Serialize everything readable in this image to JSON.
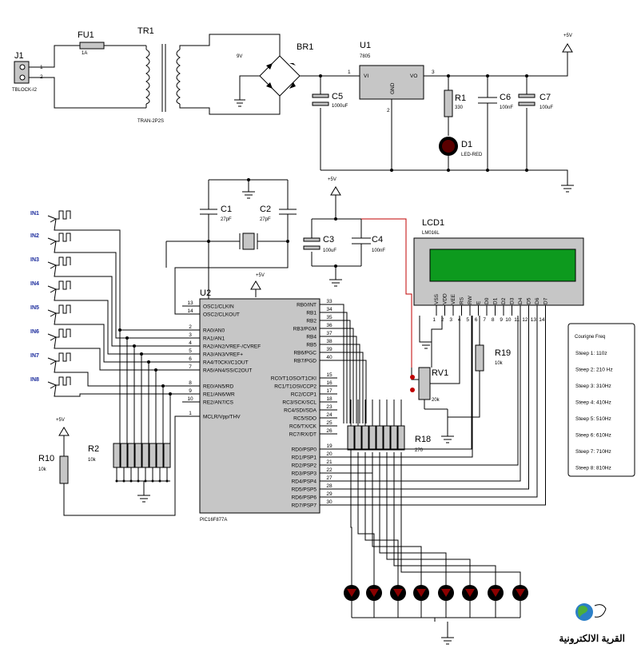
{
  "labels": {
    "vcc": "+5V"
  },
  "components": {
    "j1": {
      "ref": "J1",
      "value": "TBLOCK-I2",
      "pins": [
        "1",
        "2"
      ]
    },
    "fu1": {
      "ref": "FU1",
      "value": "1A"
    },
    "tr1": {
      "ref": "TR1",
      "value": "TRAN-2P2S",
      "secondary": "9V"
    },
    "br1": {
      "ref": "BR1"
    },
    "u1": {
      "ref": "U1",
      "value": "7805",
      "vi": "VI",
      "vo": "VO",
      "gnd": "GND",
      "pins": [
        "1",
        "2",
        "3"
      ]
    },
    "c5": {
      "ref": "C5",
      "value": "1000uF"
    },
    "r1": {
      "ref": "R1",
      "value": "330"
    },
    "d1": {
      "ref": "D1",
      "value": "LED-RED"
    },
    "c6": {
      "ref": "C6",
      "value": "100nF"
    },
    "c7": {
      "ref": "C7",
      "value": "100uF"
    },
    "c1": {
      "ref": "C1",
      "value": "27pF"
    },
    "c2": {
      "ref": "C2",
      "value": "27pF"
    },
    "c3": {
      "ref": "C3",
      "value": "100uF"
    },
    "c4": {
      "ref": "C4",
      "value": "100nF"
    },
    "r2": {
      "ref": "R2",
      "value": "10k"
    },
    "r10": {
      "ref": "R10",
      "value": "10k"
    },
    "u2": {
      "ref": "U2",
      "value": "PIC16F877A",
      "left_pins": [
        {
          "n": "13",
          "name": "OSC1/CLKIN"
        },
        {
          "n": "14",
          "name": "OSC2/CLKOUT"
        },
        {
          "n": "2",
          "name": "RA0/AN0"
        },
        {
          "n": "3",
          "name": "RA1/AN1"
        },
        {
          "n": "4",
          "name": "RA2/AN2/VREF-/CVREF"
        },
        {
          "n": "5",
          "name": "RA3/AN3/VREF+"
        },
        {
          "n": "6",
          "name": "RA4/T0CKI/C1OUT"
        },
        {
          "n": "7",
          "name": "RA5/AN4/SS/C2OUT"
        },
        {
          "n": "8",
          "name": "RE0/AN5/RD"
        },
        {
          "n": "9",
          "name": "RE1/AN6/WR"
        },
        {
          "n": "10",
          "name": "RE2/AN7/CS"
        },
        {
          "n": "1",
          "name": "MCLR/Vpp/THV"
        }
      ],
      "right_pins": [
        {
          "n": "33",
          "name": "RB0/INT"
        },
        {
          "n": "34",
          "name": "RB1"
        },
        {
          "n": "35",
          "name": "RB2"
        },
        {
          "n": "36",
          "name": "RB3/PGM"
        },
        {
          "n": "37",
          "name": "RB4"
        },
        {
          "n": "38",
          "name": "RB5"
        },
        {
          "n": "39",
          "name": "RB6/PGC"
        },
        {
          "n": "40",
          "name": "RB7/PGD"
        },
        {
          "n": "15",
          "name": "RC0/T1OSO/T1CKI"
        },
        {
          "n": "16",
          "name": "RC1/T1OSI/CCP2"
        },
        {
          "n": "17",
          "name": "RC2/CCP1"
        },
        {
          "n": "18",
          "name": "RC3/SCK/SCL"
        },
        {
          "n": "23",
          "name": "RC4/SDI/SDA"
        },
        {
          "n": "24",
          "name": "RC5/SDO"
        },
        {
          "n": "25",
          "name": "RC6/TX/CK"
        },
        {
          "n": "26",
          "name": "RC7/RX/DT"
        },
        {
          "n": "19",
          "name": "RD0/PSP0"
        },
        {
          "n": "20",
          "name": "RD1/PSP1"
        },
        {
          "n": "21",
          "name": "RD2/PSP2"
        },
        {
          "n": "22",
          "name": "RD3/PSP3"
        },
        {
          "n": "27",
          "name": "RD4/PSP4"
        },
        {
          "n": "28",
          "name": "RD5/PSP5"
        },
        {
          "n": "29",
          "name": "RD6/PSP6"
        },
        {
          "n": "30",
          "name": "RD7/PSP7"
        }
      ]
    },
    "r18": {
      "ref": "R18",
      "value": "270"
    },
    "lcd1": {
      "ref": "LCD1",
      "value": "LM016L",
      "pins": [
        {
          "name": "VSS",
          "n": "1"
        },
        {
          "name": "VDD",
          "n": "2"
        },
        {
          "name": "VEE",
          "n": "3"
        },
        {
          "name": "RS",
          "n": "4"
        },
        {
          "name": "RW",
          "n": "5"
        },
        {
          "name": "E",
          "n": "6"
        },
        {
          "name": "D0",
          "n": "7"
        },
        {
          "name": "D1",
          "n": "8"
        },
        {
          "name": "D2",
          "n": "9"
        },
        {
          "name": "D3",
          "n": "10"
        },
        {
          "name": "D4",
          "n": "11"
        },
        {
          "name": "D5",
          "n": "12"
        },
        {
          "name": "D6",
          "n": "13"
        },
        {
          "name": "D7",
          "n": "14"
        }
      ]
    },
    "rv1": {
      "ref": "RV1",
      "value": "20k"
    },
    "r19": {
      "ref": "R19",
      "value": "10k"
    }
  },
  "inputs": [
    "IN1",
    "IN2",
    "IN3",
    "IN4",
    "IN5",
    "IN6",
    "IN7",
    "IN8"
  ],
  "legend": {
    "title": "Courigne Freq",
    "rows": [
      "Steep 1: 110z",
      "Steep 2: 210 Hz",
      "Steep 3: 310Hz",
      "Steep 4: 410Hz",
      "Steep 5: 510Hz",
      "Steep 6: 610Hz",
      "Steep 7: 710Hz",
      "Steep 8: 810Hz"
    ]
  },
  "logo": {
    "text": "القرية الالكترونية"
  }
}
